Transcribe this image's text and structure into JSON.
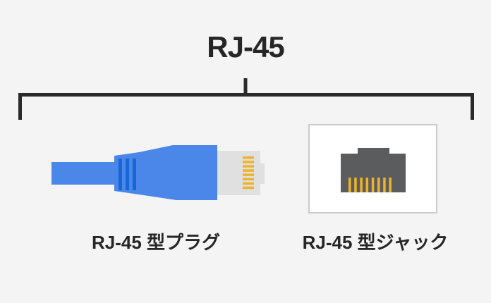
{
  "title": "RJ-45",
  "items": [
    {
      "id": "plug",
      "label": "RJ-45 型プラグ",
      "illustration": "rj45-plug-side-view",
      "pin_count": 8
    },
    {
      "id": "jack",
      "label": "RJ-45 型ジャック",
      "illustration": "rj45-jack-front-view",
      "pin_count": 8
    }
  ],
  "colors": {
    "background": "#f4f4f5",
    "bracket": "#2a2a2a",
    "text": "#262626",
    "cable_blue": "#4a87e8",
    "ridge_blue": "#1766d8",
    "connector_gray": "#e0e0e0",
    "pin_gold": "#eeb32a",
    "jack_body_gray": "#5b5c5e",
    "jack_box_bg": "#ffffff",
    "jack_box_border": "#cbcbcb"
  }
}
